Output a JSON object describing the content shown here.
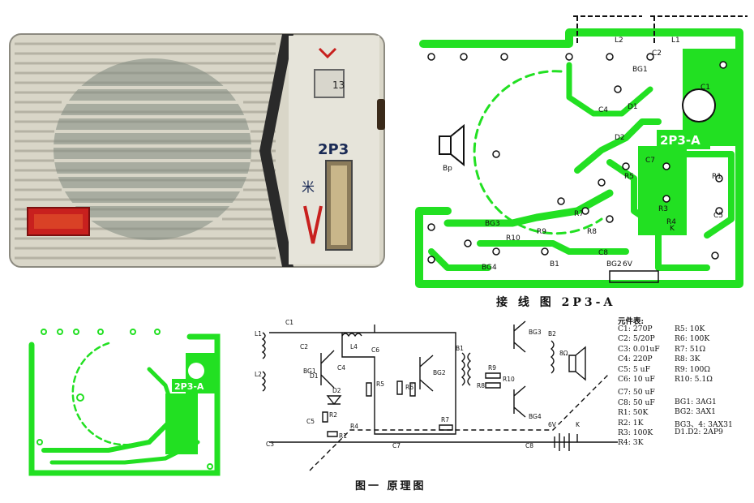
{
  "radio": {
    "dial_number": "13",
    "model_label": "2P3"
  },
  "pcb": {
    "board_label": "2P3-A",
    "caption": "接 线 图 2P3-A",
    "component_labels": [
      "L2",
      "L1",
      "C1",
      "C2",
      "BG1",
      "C4",
      "D1",
      "D2",
      "C7",
      "R1",
      "C5",
      "Bp",
      "BG3",
      "R10",
      "R9",
      "B1",
      "BG4",
      "BG2",
      "C8",
      "6V",
      "R5",
      "R3",
      "R4",
      "R7",
      "R8",
      "K"
    ]
  },
  "pcb_small": {
    "board_label": "2P3-A"
  },
  "schematic": {
    "caption": "图一  原理图",
    "labels": [
      "L1",
      "C1",
      "L2",
      "C2",
      "BG1",
      "D1",
      "C4",
      "D2",
      "L4",
      "C6",
      "R5",
      "R6",
      "BG2",
      "B1",
      "R9",
      "R10",
      "R8",
      "BG3",
      "B2",
      "8Ω",
      "BG4",
      "C5",
      "R2",
      "R1",
      "R4",
      "C3",
      "C7",
      "R7",
      "6V",
      "K",
      "C8"
    ]
  },
  "parts": {
    "title": "元件表:",
    "items": [
      "C1: 270P",
      "C2: 5/20P",
      "C3: 0.01uF",
      "C4: 220P",
      "C5: 5 uF",
      "C6: 10 uF",
      "C7: 50 uF",
      "C8: 50 uF",
      "R1: 50K",
      "R2: 1K",
      "R3: 100K",
      "R4: 3K",
      "R5: 10K",
      "R6: 100K",
      "R7: 51Ω",
      "R8: 3K",
      "R9: 100Ω",
      "R10: 5.1Ω",
      "BG1: 3AG1",
      "BG2: 3AX1",
      "BG3、4: 3AX31",
      "D1.D2: 2AP9"
    ]
  },
  "colors": {
    "pcb_green": "#22e022",
    "radio_body": "#d9d6c8",
    "grille": "#7f8b80",
    "badge_red": "#c8201e"
  }
}
